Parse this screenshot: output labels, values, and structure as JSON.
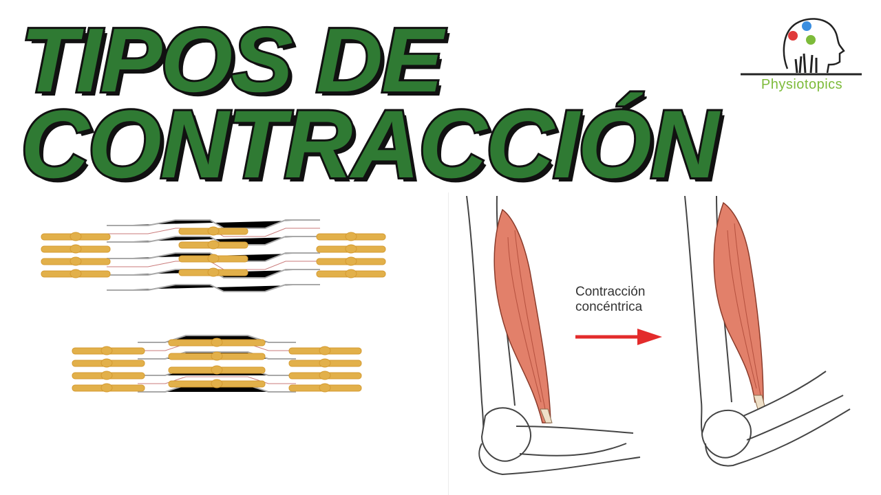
{
  "title": {
    "line1": "TIPOS DE",
    "line2": "CONTRACCIÓN"
  },
  "logo": {
    "name": "Physiotopics",
    "icon": "head-profile-with-speech-bubbles-icon"
  },
  "diagram": {
    "label_line1": "Contracción",
    "label_line2": "concéntrica"
  },
  "colors": {
    "title_fill": "#2f7a33",
    "title_stroke": "#111111",
    "logo_green": "#7dbb3a",
    "myosin": "#e2b04a",
    "muscle": "#e2806a",
    "arrow": "#e32b2b"
  }
}
